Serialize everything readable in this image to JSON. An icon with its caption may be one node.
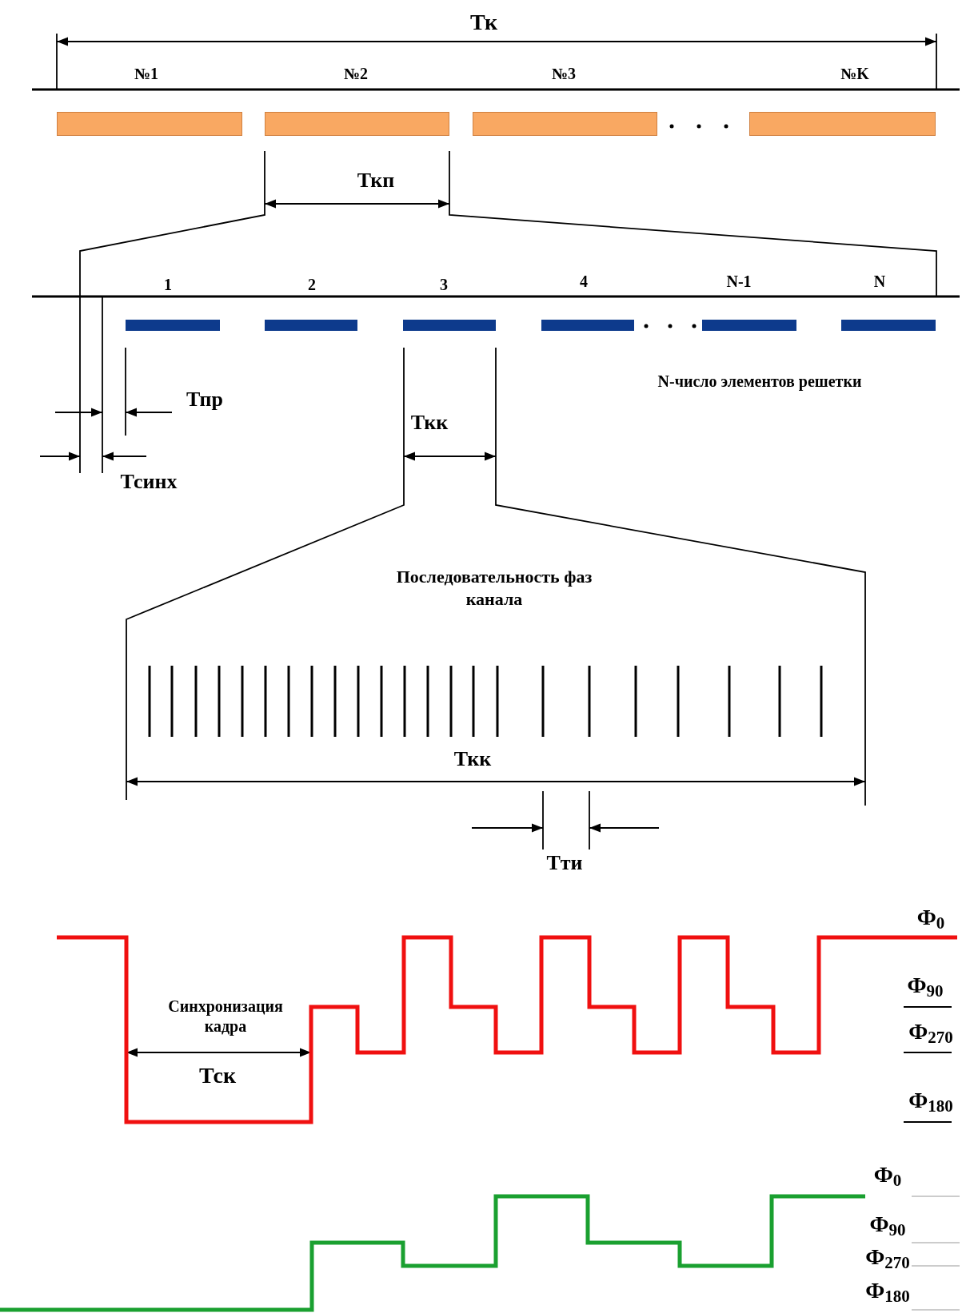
{
  "diagram": {
    "nodes": [
      {
        "text": [],
        "shape": "bar"
      },
      {
        "text": [],
        "shape": "bar"
      },
      {
        "text": [],
        "shape": "bar"
      },
      {
        "text": [],
        "shape": "bar"
      },
      {
        "text": [],
        "shape": "bar"
      },
      {
        "text": [],
        "shape": "bar"
      },
      {
        "text": [],
        "shape": "bar"
      },
      {
        "text": [],
        "shape": "bar"
      },
      {
        "text": [],
        "shape": "bar"
      },
      {
        "text": [],
        "shape": "bar"
      }
    ],
    "labels": [
      "Тк",
      "№1",
      "№2",
      "№3",
      "№K",
      "Ткп",
      "1",
      "2",
      "3",
      "4",
      "N-1",
      "N",
      "N-число элементов решетки",
      "Тпр",
      "Ткк",
      "Тсинх",
      "Последовательность фаз канала",
      "Ткк",
      "Тти",
      "Ф$_{0}$",
      "Ф$_{90}$",
      "Синхронизация кадра",
      "Ф$_{270}$",
      "Тск",
      "Ф$_{180}$",
      "Ф$_{0}$",
      "Ф$_{90}$",
      "Ф$_{270}$",
      "Ф$_{180}$"
    ]
  }
}
